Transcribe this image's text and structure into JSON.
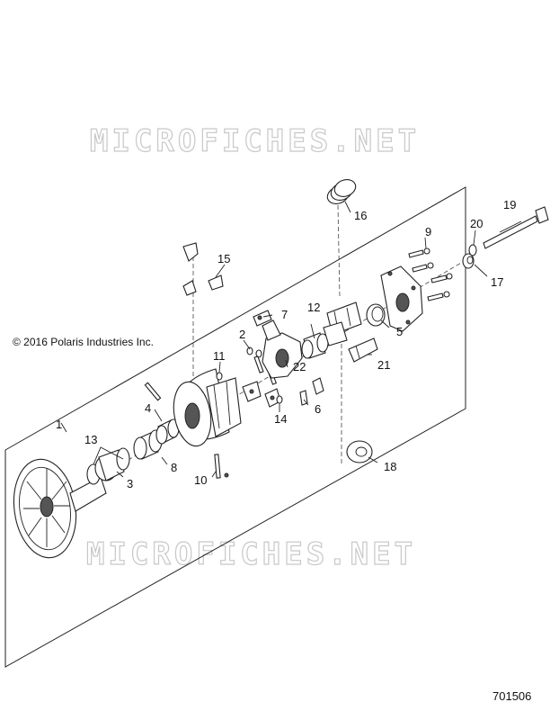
{
  "watermark": {
    "top": "MICROFICHES.NET",
    "bottom": "MICROFICHES.NET"
  },
  "copyright": "© 2016 Polaris Industries Inc.",
  "part_number": "701506",
  "callouts": [
    {
      "id": "c1",
      "label": "1"
    },
    {
      "id": "c2",
      "label": "2"
    },
    {
      "id": "c3",
      "label": "3"
    },
    {
      "id": "c4",
      "label": "4"
    },
    {
      "id": "c5",
      "label": "5"
    },
    {
      "id": "c6",
      "label": "6"
    },
    {
      "id": "c7",
      "label": "7"
    },
    {
      "id": "c8",
      "label": "8"
    },
    {
      "id": "c9",
      "label": "9"
    },
    {
      "id": "c10",
      "label": "10"
    },
    {
      "id": "c11",
      "label": "11"
    },
    {
      "id": "c12",
      "label": "12"
    },
    {
      "id": "c13",
      "label": "13"
    },
    {
      "id": "c14",
      "label": "14"
    },
    {
      "id": "c15",
      "label": "15"
    },
    {
      "id": "c16",
      "label": "16"
    },
    {
      "id": "c17",
      "label": "17"
    },
    {
      "id": "c18",
      "label": "18"
    },
    {
      "id": "c19",
      "label": "19"
    },
    {
      "id": "c20",
      "label": "20"
    },
    {
      "id": "c21",
      "label": "21"
    },
    {
      "id": "c22",
      "label": "22"
    }
  ]
}
